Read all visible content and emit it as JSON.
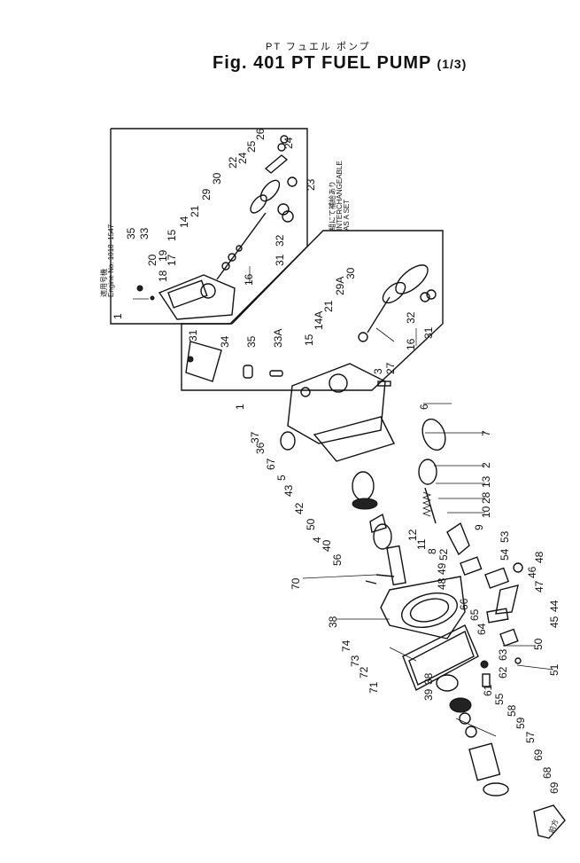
{
  "header": {
    "japanese_title": "PT フュエル ポンプ",
    "figure_title": "Fig. 401  PT  FUEL  PUMP",
    "fraction": "(1/3)"
  },
  "notes": {
    "engine_jp": "適用号機",
    "engine_no": "Engine No. 1018~1547",
    "interchange_jp": "組にて補給あり",
    "interchange_en1": "INTERCHANGEABLE",
    "interchange_en2": "AS A SET"
  },
  "stamp": "前方",
  "labels": {
    "inset_left": [
      "35",
      "33",
      "20",
      "19",
      "17",
      "18",
      "15",
      "14",
      "21",
      "29",
      "30",
      "22",
      "24",
      "25",
      "26",
      "24",
      "23",
      "32",
      "31",
      "16",
      "1"
    ],
    "inset_right": [
      "30",
      "29A",
      "21",
      "14A",
      "15",
      "16",
      "32",
      "31"
    ],
    "cover": [
      "31",
      "34",
      "35",
      "33A",
      "3",
      "27"
    ],
    "body": [
      "1",
      "6",
      "7",
      "2",
      "13",
      "28",
      "10",
      "37",
      "36",
      "67",
      "5",
      "43",
      "42",
      "50",
      "4",
      "40",
      "56",
      "9",
      "12",
      "11",
      "8",
      "52",
      "49",
      "53",
      "54",
      "48",
      "46",
      "47",
      "44",
      "45",
      "70",
      "48",
      "66",
      "65",
      "64",
      "38",
      "50",
      "63",
      "62",
      "51",
      "74",
      "73",
      "72",
      "71",
      "38",
      "39",
      "55",
      "61",
      "58",
      "59",
      "57",
      "69",
      "68",
      "69"
    ]
  }
}
